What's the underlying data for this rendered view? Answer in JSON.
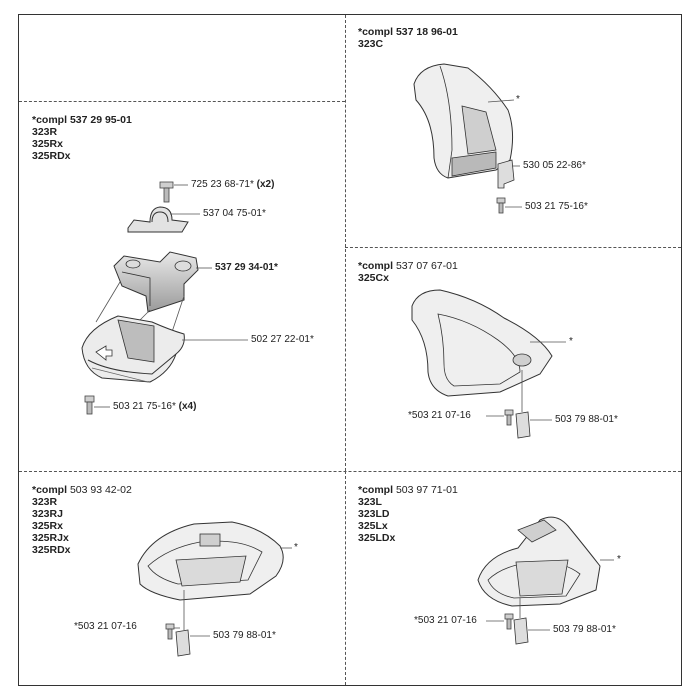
{
  "panels": {
    "p1": {
      "compl_prefix": "*compl",
      "compl_number": "537 29 95-01",
      "models": [
        "323R",
        "325Rx",
        "325RDx"
      ],
      "parts": [
        {
          "label": "725 23 68-71*",
          "qty": "(x2)"
        },
        {
          "label": "537 04 75-01*",
          "qty": ""
        },
        {
          "label": "537 29 34-01*",
          "qty": ""
        },
        {
          "label": "502 27 22-01*",
          "qty": ""
        },
        {
          "label": "503 21 75-16*",
          "qty": "(x4)"
        }
      ]
    },
    "p2": {
      "compl_prefix": "*compl",
      "compl_number": "537 18 96-01",
      "models": [
        "323C"
      ],
      "parts": [
        {
          "label": "*",
          "qty": ""
        },
        {
          "label": "530 05 22-86*",
          "qty": ""
        },
        {
          "label": "503 21 75-16*",
          "qty": ""
        }
      ]
    },
    "p3": {
      "compl_prefix": "*compl",
      "compl_number": "537 07 67-01",
      "models": [
        "325Cx"
      ],
      "parts": [
        {
          "label": "*",
          "qty": ""
        },
        {
          "label": "*503 21 07-16",
          "qty": ""
        },
        {
          "label": "503 79 88-01*",
          "qty": ""
        }
      ]
    },
    "p4": {
      "compl_prefix": "*compl",
      "compl_number": "503 93 42-02",
      "models": [
        "323R",
        "323RJ",
        "325Rx",
        "325RJx",
        "325RDx"
      ],
      "parts": [
        {
          "label": "*",
          "qty": ""
        },
        {
          "label": "*503 21 07-16",
          "qty": ""
        },
        {
          "label": "503 79 88-01*",
          "qty": ""
        }
      ]
    },
    "p5": {
      "compl_prefix": "*compl",
      "compl_number": "503 97 71-01",
      "models": [
        "323L",
        "323LD",
        "325Lx",
        "325LDx"
      ],
      "parts": [
        {
          "label": "*",
          "qty": ""
        },
        {
          "label": "*503 21 07-16",
          "qty": ""
        },
        {
          "label": "503 79 88-01*",
          "qty": ""
        }
      ]
    }
  }
}
